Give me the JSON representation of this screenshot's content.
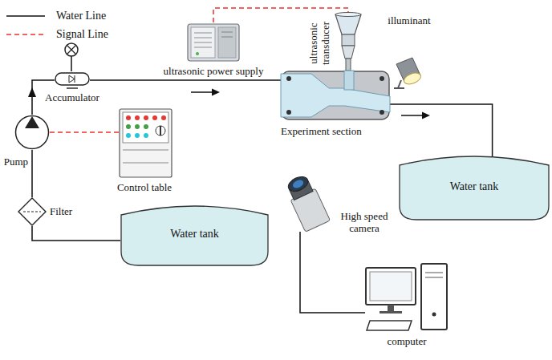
{
  "diagram": {
    "nodes": [
      {
        "text": [
          "ultrasonic power supply"
        ]
      },
      {
        "text": [
          "ultrasonic transducer"
        ]
      },
      {
        "text": [
          "illuminant"
        ]
      },
      {
        "text": [
          "Accumulator"
        ]
      },
      {
        "text": [
          "Experiment section"
        ]
      },
      {
        "text": [
          "Pump"
        ]
      },
      {
        "text": [
          "Control table"
        ]
      },
      {
        "text": [
          "Water tank"
        ]
      },
      {
        "text": [
          "High speed camera"
        ]
      },
      {
        "text": [
          "Filter"
        ]
      },
      {
        "text": [
          "Water tank"
        ]
      },
      {
        "text": [
          "computer"
        ]
      }
    ],
    "edges": [
      {
        "from": 10,
        "to": 9,
        "arrow": "none"
      },
      {
        "from": 9,
        "to": 5,
        "arrow": "none"
      },
      {
        "from": 5,
        "to": 3,
        "arrow": "none"
      },
      {
        "from": 3,
        "to": 4,
        "arrow": "none"
      },
      {
        "from": 4,
        "to": 7,
        "arrow": "none"
      },
      {
        "from": 6,
        "to": 5,
        "arrow": "none"
      },
      {
        "from": 0,
        "to": 1,
        "arrow": "none"
      },
      {
        "from": 8,
        "to": 11,
        "arrow": "none"
      }
    ],
    "legend": [
      {
        "text": "Water Line"
      },
      {
        "text": "Signal Line"
      }
    ]
  }
}
